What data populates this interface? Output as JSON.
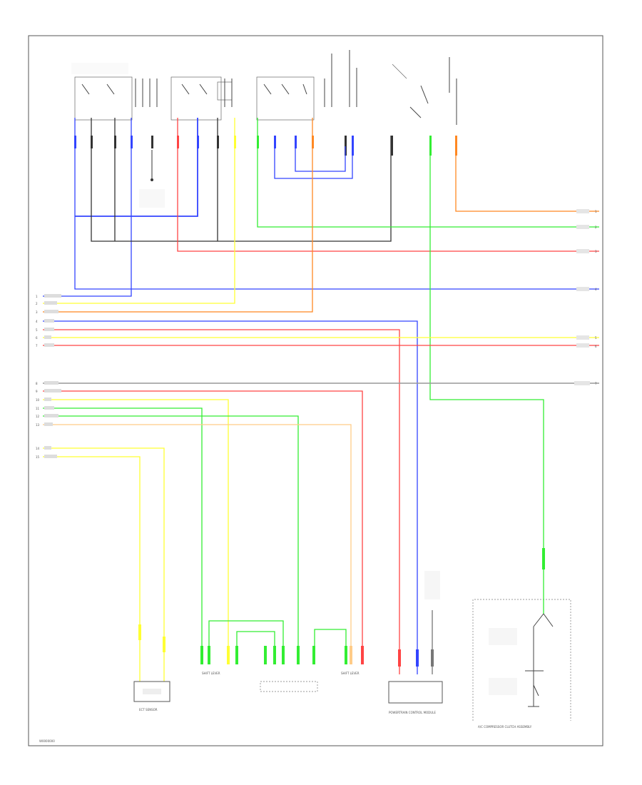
{
  "diagram": {
    "footer_code": "W0000000",
    "colors": {
      "blue": "#3344ff",
      "black": "#333333",
      "red": "#ff4444",
      "yellow": "#ffff33",
      "orange": "#ff8822",
      "green": "#33ee33",
      "light_orange": "#ffcc88",
      "gray": "#999999"
    },
    "components": {
      "ac_compressor_clutch_assembly": "A/C COMPRESSOR CLUTCH ASSEMBLY",
      "ect_sensor": "ECT SENSOR",
      "shift_lever_left": "SHIFT LEVER",
      "shift_lever_right": "SHIFT LEVER",
      "powertrain_control_module": "POWERTRAIN CONTROL MODULE"
    },
    "right_pin_numbers": [
      "1",
      "2",
      "3",
      "4",
      "5",
      "6",
      "7"
    ],
    "left_pin_numbers": [
      "1",
      "2",
      "3",
      "4",
      "5",
      "6",
      "7",
      "8",
      "9",
      "10",
      "11",
      "12",
      "13",
      "14",
      "15"
    ]
  }
}
